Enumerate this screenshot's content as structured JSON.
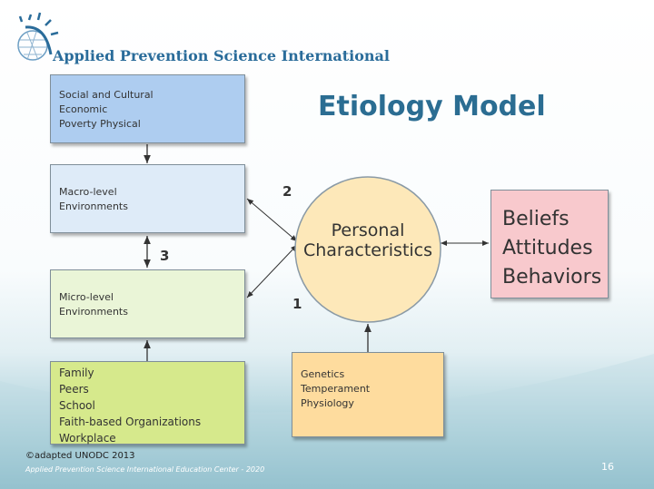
{
  "header": {
    "brand": "Applied Prevention Science International",
    "title": "Etiology Model"
  },
  "boxes": {
    "societal": [
      "Social and Cultural",
      "Economic",
      "Poverty Physical"
    ],
    "macro": [
      "Macro-level",
      "Environments"
    ],
    "micro": [
      "Micro-level",
      "Environments"
    ],
    "micro_sources": [
      "Family",
      "Peers",
      "School",
      "Faith-based Organizations",
      "Workplace"
    ],
    "biological": [
      "Genetics",
      "Temperament",
      "Physiology"
    ],
    "outcomes": [
      "Beliefs",
      "Attitudes",
      "Behaviors"
    ]
  },
  "center": {
    "line1": "Personal",
    "line2": "Characteristics"
  },
  "labels": {
    "two": "2",
    "three": "3",
    "one": "1"
  },
  "footer": {
    "credit": "©adapted UNODC 2013",
    "org": "Applied Prevention Science International Education Center - 2020",
    "page": "16"
  },
  "colors": {
    "brand": "#2a6c9a",
    "societal": "#aecdf0",
    "macro": "#deebf8",
    "micro": "#eaf5d7",
    "sources": "#d6e98c",
    "bio": "#fedc9e",
    "circle": "#fde8b9",
    "outcomes": "#f8c9cd"
  }
}
